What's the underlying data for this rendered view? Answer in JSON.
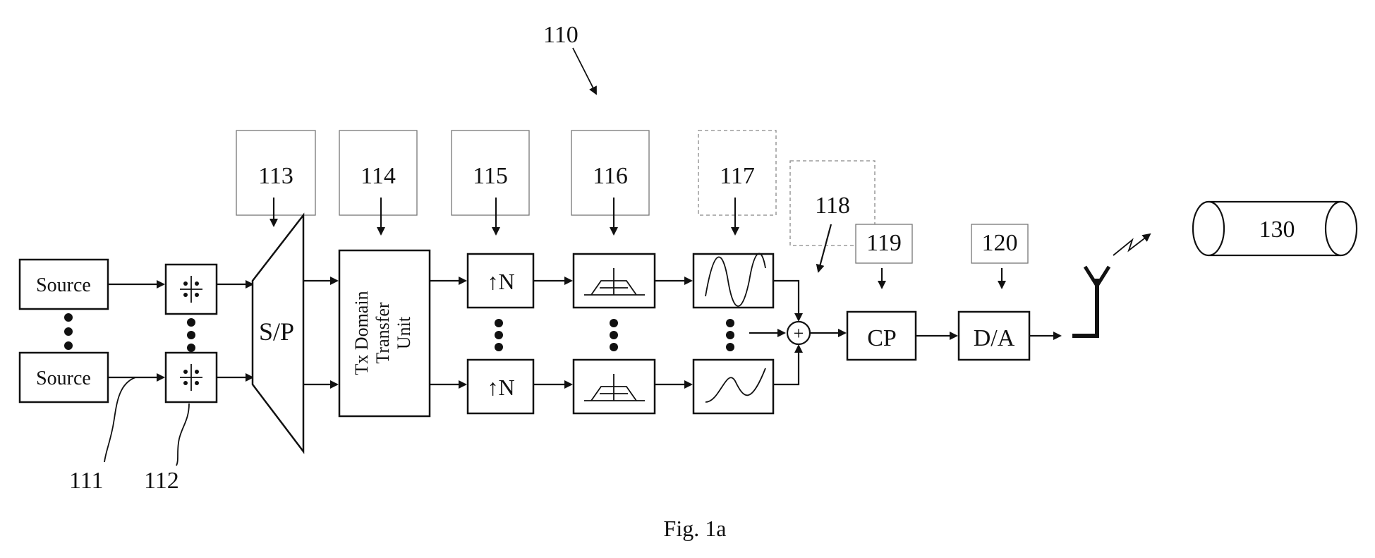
{
  "diagram": {
    "ref_110": "110",
    "ref_111": "111",
    "ref_112": "112",
    "ref_113": "113",
    "ref_114": "114",
    "ref_115": "115",
    "ref_116": "116",
    "ref_117": "117",
    "ref_118": "118",
    "ref_119": "119",
    "ref_120": "120",
    "ref_130": "130",
    "source_top": "Source",
    "source_bottom": "Source",
    "sp_label": "S/P",
    "tx_line1": "Tx Domain",
    "tx_line2": "Transfer",
    "tx_line3": "Unit",
    "upsample_top": "↑N",
    "upsample_bottom": "↑N",
    "adder": "+",
    "cp_label": "CP",
    "da_label": "D/A",
    "caption": "Fig. 1a"
  }
}
